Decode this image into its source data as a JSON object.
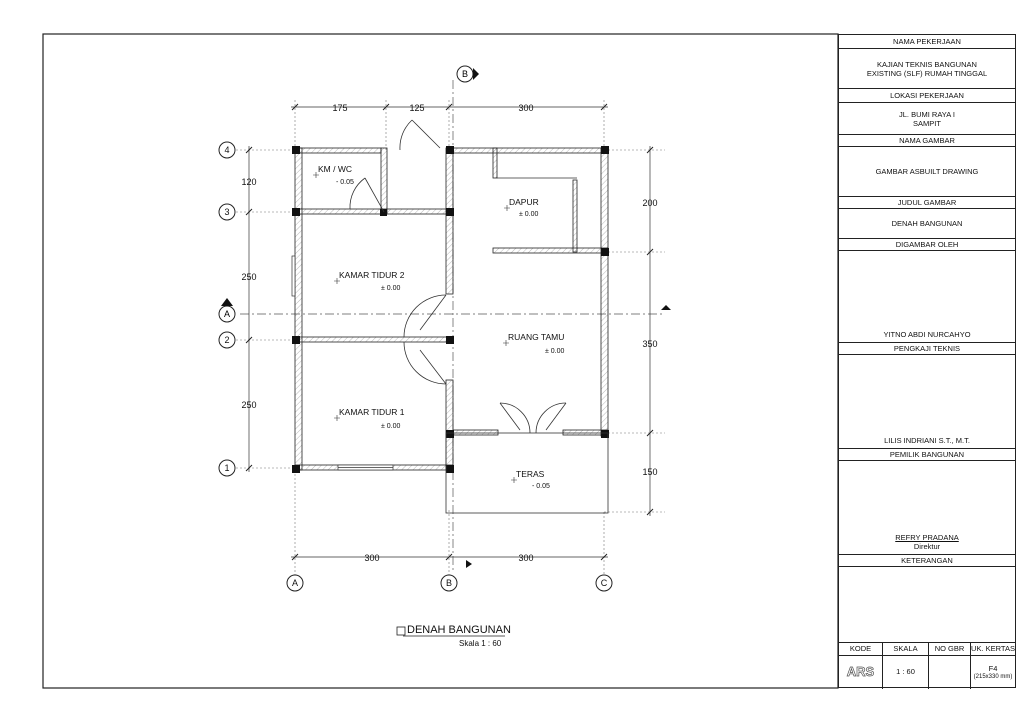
{
  "plan": {
    "dims": {
      "top": [
        "175",
        "125",
        "300"
      ],
      "bottom": [
        "300",
        "300"
      ],
      "left": [
        "120",
        "250",
        "250"
      ],
      "right": [
        "200",
        "350",
        "150"
      ]
    },
    "grid_rows": [
      "4",
      "3",
      "A",
      "2",
      "1"
    ],
    "grid_cols": [
      "A",
      "B",
      "C"
    ],
    "section_marks": [
      "B",
      "A"
    ],
    "rooms": {
      "kmwc": {
        "name": "KM / WC",
        "level": "- 0.05"
      },
      "dapur": {
        "name": "DAPUR",
        "level": "± 0.00"
      },
      "kamar2": {
        "name": "KAMAR TIDUR 2",
        "level": "± 0.00"
      },
      "ruangtamu": {
        "name": "RUANG TAMU",
        "level": "± 0.00"
      },
      "kamar1": {
        "name": "KAMAR TIDUR 1",
        "level": "± 0.00"
      },
      "teras": {
        "name": "TERAS",
        "level": "- 0.05"
      }
    },
    "title": "DENAH BANGUNAN",
    "scale": "Skala 1 : 60"
  },
  "titleblock": {
    "nama_pekerjaan_h": "NAMA PEKERJAAN",
    "nama_pekerjaan_1": "KAJIAN TEKNIS BANGUNAN",
    "nama_pekerjaan_2": "EXISTING (SLF) RUMAH TINGGAL",
    "lokasi_h": "LOKASI PEKERJAAN",
    "lokasi_1": "JL. BUMI RAYA I",
    "lokasi_2": "SAMPIT",
    "nama_gambar_h": "NAMA GAMBAR",
    "nama_gambar": "GAMBAR ASBUILT DRAWING",
    "judul_h": "JUDUL GAMBAR",
    "judul": "DENAH BANGUNAN",
    "digambar_h": "DIGAMBAR OLEH",
    "digambar": "YITNO ABDI NURCAHYO",
    "pengkaji_h": "PENGKAJI TEKNIS",
    "pengkaji": "LILIS INDRIANI S.T., M.T.",
    "pemilik_h": "PEMILIK BANGUNAN",
    "pemilik": "REFRY PRADANA",
    "pemilik_role": "Direktur",
    "keterangan_h": "KETERANGAN",
    "kode_h": "KODE",
    "skala_h": "SKALA",
    "nogbr_h": "NO GBR",
    "ukkertas_h": "UK. KERTAS",
    "kode": "ARS",
    "skala": "1 : 60",
    "nogbr": "",
    "ukkertas_1": "F4",
    "ukkertas_2": "(215x330 mm)"
  }
}
